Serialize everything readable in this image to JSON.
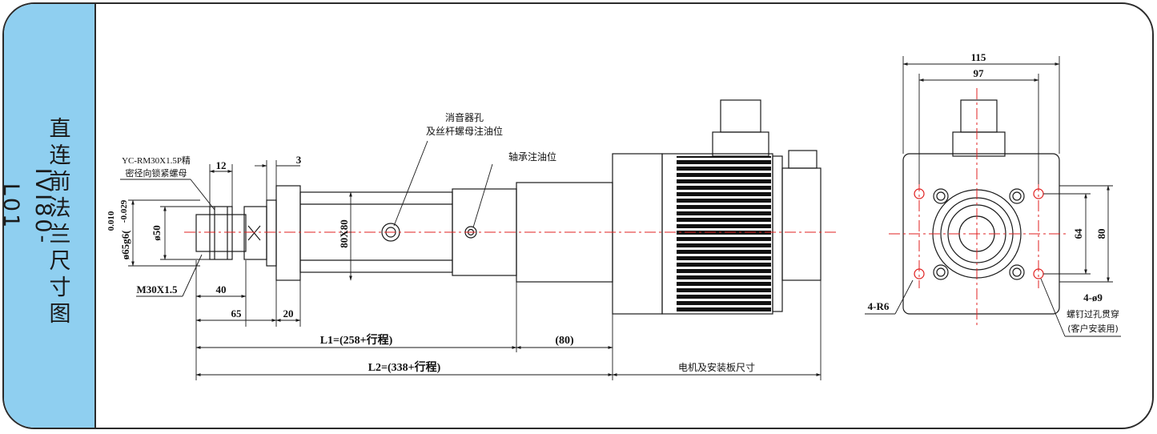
{
  "side_tab": {
    "title_cn": "直连前法兰尺寸图",
    "model": "IVI80-L01"
  },
  "labels": {
    "muffler_hole_line1": "消音器孔",
    "muffler_hole_line2": "及丝杆螺母注油位",
    "bearing_oil": "轴承注油位",
    "locknut_line1": "YC-RM30X1.5P精",
    "locknut_line2": "密径向锁紧螺母",
    "motor_plate": "电机及安装板尺寸",
    "screw_hole_line1": "螺钉过孔贯穿",
    "screw_hole_line2": "(客户安装用)"
  },
  "dims": {
    "d12": "12",
    "d3": "3",
    "tol_upper": "0.010",
    "tol_lower": "-0.029",
    "d65g6": "ø65g6(",
    "d50": "ø50",
    "d80x80": "80X80",
    "m30": "M30X1.5",
    "d40": "40",
    "d65": "65",
    "d20": "20",
    "L1": "L1=(258+行程)",
    "d80p": "(80)",
    "L2": "L2=(338+行程)",
    "d115": "115",
    "d97": "97",
    "d64": "64",
    "d80": "80",
    "r6": "4-R6",
    "holes": "4-ø9"
  },
  "colors": {
    "line": "#1a1a1a",
    "centerline": "#e02020",
    "tab": "#8fcff0"
  }
}
